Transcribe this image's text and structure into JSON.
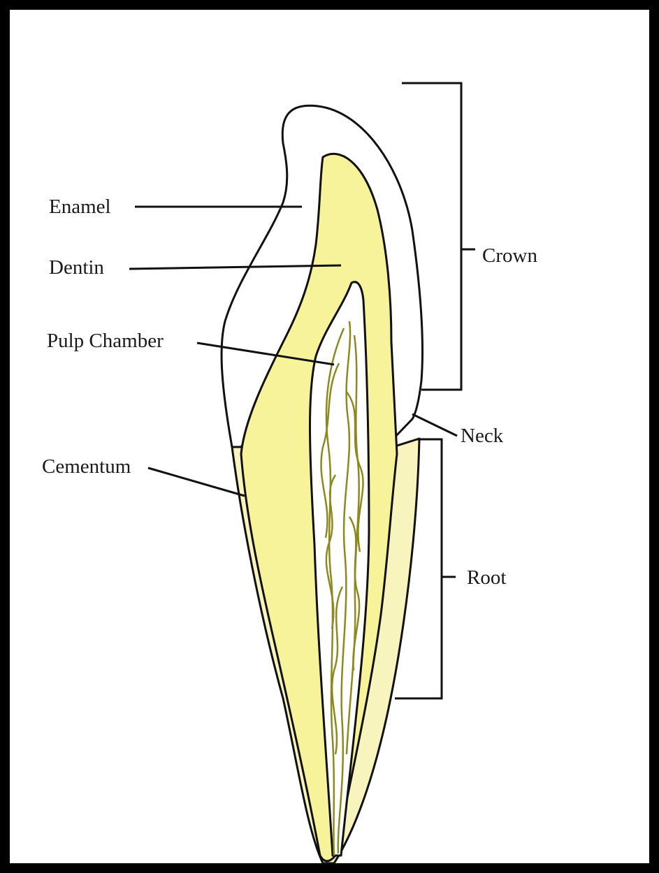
{
  "diagram": {
    "labels": {
      "enamel": "Enamel",
      "dentin": "Dentin",
      "pulp_chamber": "Pulp Chamber",
      "cementum": "Cementum",
      "crown": "Crown",
      "neck": "Neck",
      "root": "Root"
    }
  },
  "colors": {
    "frame": "#000000",
    "background": "#ffffff",
    "dentin": "#f7f39a",
    "cementum": "#f7f4be",
    "outline": "#111111",
    "nerve": "#8c8a1e"
  }
}
